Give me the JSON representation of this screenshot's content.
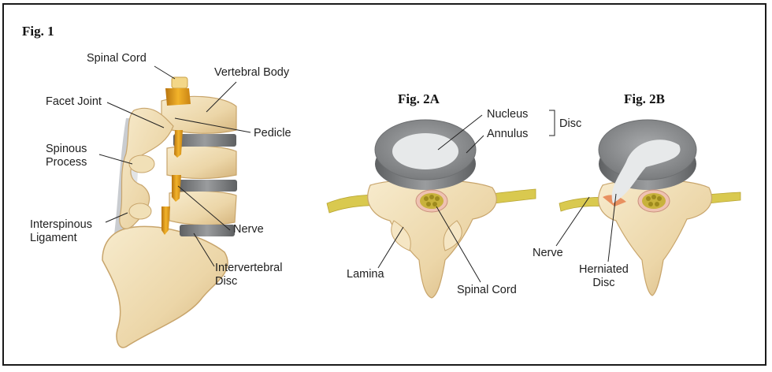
{
  "fig1": {
    "title": "Fig. 1",
    "labels": {
      "spinal_cord": "Spinal Cord",
      "vertebral_body": "Vertebral Body",
      "facet_joint": "Facet Joint",
      "pedicle": "Pedicle",
      "spinous_process": "Spinous\nProcess",
      "interspinous_ligament": "Interspinous\nLigament",
      "nerve": "Nerve",
      "intervertebral_disc": "Intervertebral\nDisc"
    }
  },
  "fig2a": {
    "title": "Fig. 2A",
    "labels": {
      "nucleus": "Nucleus",
      "annulus": "Annulus",
      "disc": "Disc",
      "lamina": "Lamina",
      "spinal_cord": "Spinal Cord"
    }
  },
  "fig2b": {
    "title": "Fig. 2B",
    "labels": {
      "nerve": "Nerve",
      "herniated_disc": "Herniated\nDisc"
    }
  },
  "colors": {
    "bone": "#efdcb2",
    "bone_shadow": "#d2b27a",
    "disc_outer": "#8e8f91",
    "disc_inner": "#e3e5e6",
    "nerve": "#d8c646",
    "pedicle_orange": "#e0a020",
    "cord": "#c8b23c"
  }
}
